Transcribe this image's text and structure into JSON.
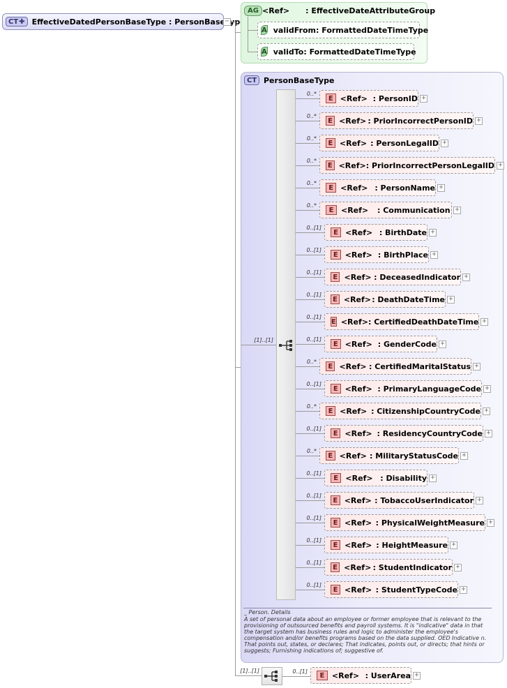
{
  "root": {
    "badge": "CT",
    "name": "EffectiveDatedPersonBaseType",
    "separator": " : ",
    "type": "PersonBaseType"
  },
  "attribute_group": {
    "badge": "AG",
    "ref": "<Ref>",
    "name": ": EffectiveDateAttributeGroup",
    "attributes": [
      {
        "badge": "A",
        "name": "validFrom",
        "type": ": FormattedDateTimeType"
      },
      {
        "badge": "A",
        "name": "validTo",
        "type": ": FormattedDateTimeType"
      }
    ]
  },
  "complex_type": {
    "badge": "CT",
    "name": "PersonBaseType"
  },
  "sequence": {
    "cardinality": "[1]..[1]"
  },
  "elements": [
    {
      "card": "0..*",
      "ref": "<Ref>",
      "name": ": PersonID"
    },
    {
      "card": "0..*",
      "ref": "<Ref>",
      "name": ": PriorIncorrectPersonID"
    },
    {
      "card": "0..*",
      "ref": "<Ref>",
      "name": ": PersonLegalID"
    },
    {
      "card": "0..*",
      "ref": "<Ref>",
      "name": ": PriorIncorrectPersonLegalID"
    },
    {
      "card": "0..*",
      "ref": "<Ref>",
      "name": ": PersonName"
    },
    {
      "card": "0..*",
      "ref": "<Ref>",
      "name": ": Communication"
    },
    {
      "card": "0..[1]",
      "ref": "<Ref>",
      "name": ": BirthDate"
    },
    {
      "card": "0..[1]",
      "ref": "<Ref>",
      "name": ": BirthPlace"
    },
    {
      "card": "0..[1]",
      "ref": "<Ref>",
      "name": ": DeceasedIndicator"
    },
    {
      "card": "0..[1]",
      "ref": "<Ref>",
      "name": ": DeathDateTime"
    },
    {
      "card": "0..[1]",
      "ref": "<Ref>",
      "name": ": CertifiedDeathDateTime"
    },
    {
      "card": "0..[1]",
      "ref": "<Ref>",
      "name": ": GenderCode"
    },
    {
      "card": "0..*",
      "ref": "<Ref>",
      "name": ": CertifiedMaritalStatus"
    },
    {
      "card": "0..[1]",
      "ref": "<Ref>",
      "name": ": PrimaryLanguageCode"
    },
    {
      "card": "0..*",
      "ref": "<Ref>",
      "name": ": CitizenshipCountryCode"
    },
    {
      "card": "0..[1]",
      "ref": "<Ref>",
      "name": ": ResidencyCountryCode"
    },
    {
      "card": "0..*",
      "ref": "<Ref>",
      "name": ": MilitaryStatusCode"
    },
    {
      "card": "0..[1]",
      "ref": "<Ref>",
      "name": ": Disability"
    },
    {
      "card": "0..[1]",
      "ref": "<Ref>",
      "name": ": TobaccoUserIndicator"
    },
    {
      "card": "0..[1]",
      "ref": "<Ref>",
      "name": ": PhysicalWeightMeasure"
    },
    {
      "card": "0..[1]",
      "ref": "<Ref>",
      "name": ": HeightMeasure"
    },
    {
      "card": "0..[1]",
      "ref": "<Ref>",
      "name": ": StudentIndicator"
    },
    {
      "card": "0..[1]",
      "ref": "<Ref>",
      "name": ": StudentTypeCode"
    }
  ],
  "documentation": {
    "title": "_ Person. Details",
    "text": "A set of personal data about an employee or former employee that is relevant to the provisioning of outsourced benefits and payroll systems. It is \"indicative\" data in that the target system has business rules and logic to administer the employee's compensation and/or benefits programs based on the data supplied. OED Indicative n. That points out, states, or declares; That indicates, points out, or directs; that hints or suggests; Furnishing indications of; suggestive of."
  },
  "outer_sequence": {
    "cardinality": "[1]..[1]"
  },
  "user_area": {
    "card": "0..[1]",
    "ref": "<Ref>",
    "name": ": UserArea"
  },
  "icons": {
    "expand": "plus-icon",
    "sequence": "sequence-icon"
  }
}
